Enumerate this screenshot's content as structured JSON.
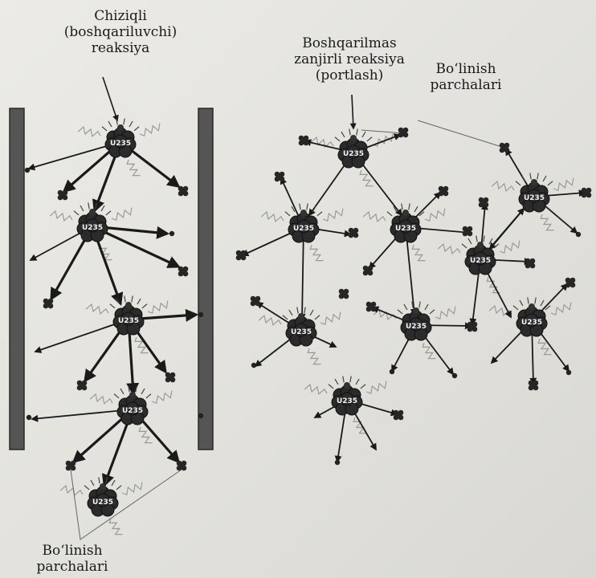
{
  "labels": {
    "left_title": "Chiziqli\n(boshqariluvchi)\nreaksiya",
    "right_title": "Boshqarilmas\nzanjirli reaksiya\n(portlash)",
    "fragments_right": "Bo‘linish\nparchalari",
    "fragments_left": "Bo‘linish\nparchalari",
    "nucleus_symbol": "U235"
  },
  "colors": {
    "background": "#e6e6e1",
    "ink": "#1a1a1a",
    "rod": "#555555",
    "nucleus": "#2b2b2b",
    "gamma": "#9a9a9a"
  }
}
